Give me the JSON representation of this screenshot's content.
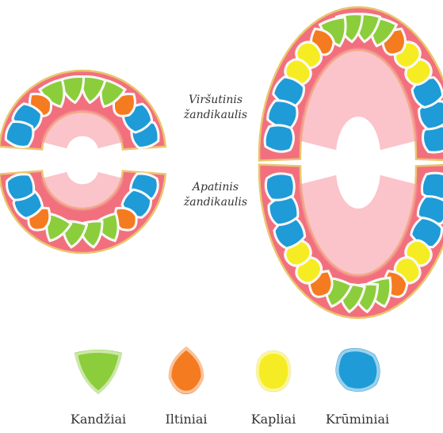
{
  "labels": {
    "upper_line1": "Viršutinis",
    "upper_line2": "žandikaulis",
    "lower_line1": "Apatinis",
    "lower_line2": "žandikaulis"
  },
  "legend": [
    {
      "key": "incisor",
      "label": "Kandžiai",
      "color": "#8ccd3c"
    },
    {
      "key": "canine",
      "label": "Iltiniai",
      "color": "#f47b20"
    },
    {
      "key": "premolar",
      "label": "Kapliai",
      "color": "#f5ec24"
    },
    {
      "key": "molar",
      "label": "Krūminiai",
      "color": "#1f9bd7"
    }
  ],
  "colors": {
    "gum": "#f2707d",
    "gum_light": "#f7949e",
    "gum_edge": "#e9c66f",
    "tooth_outline": "#ffffff"
  },
  "jaws": {
    "child_upper": [
      "molar",
      "molar",
      "canine",
      "incisor",
      "incisor",
      "incisor",
      "incisor",
      "canine",
      "molar",
      "molar"
    ],
    "child_lower": [
      "molar",
      "molar",
      "canine",
      "incisor",
      "incisor",
      "incisor",
      "incisor",
      "canine",
      "molar",
      "molar"
    ],
    "adult_upper": [
      "molar",
      "molar",
      "molar",
      "premolar",
      "premolar",
      "canine",
      "incisor",
      "incisor",
      "incisor",
      "incisor",
      "canine",
      "premolar",
      "premolar",
      "molar",
      "molar",
      "molar"
    ],
    "adult_lower": [
      "molar",
      "molar",
      "molar",
      "premolar",
      "premolar",
      "canine",
      "incisor",
      "incisor",
      "incisor",
      "incisor",
      "canine",
      "premolar",
      "premolar",
      "molar",
      "molar",
      "molar"
    ]
  }
}
